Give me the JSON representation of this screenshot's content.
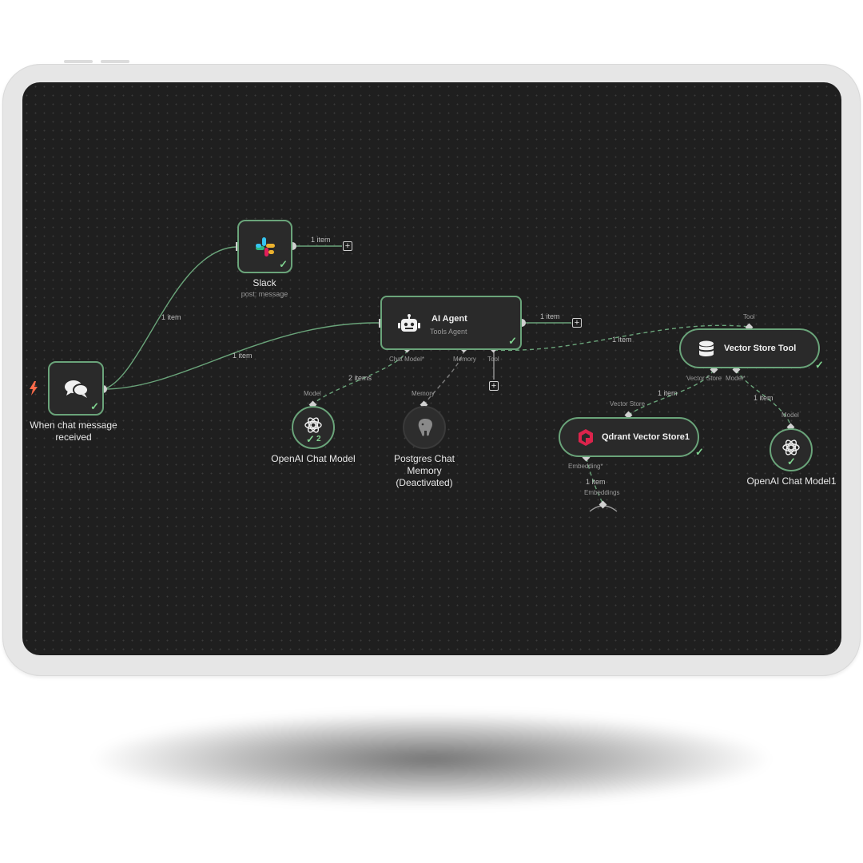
{
  "canvas": {
    "trigger_node": {
      "title": "When chat message received",
      "icon": "chat-bubbles-icon",
      "trigger_icon": "lightning-bolt-icon"
    },
    "slack_node": {
      "title": "Slack",
      "subtitle": "post: message",
      "icon": "slack-logo-icon"
    },
    "agent_node": {
      "title": "AI Agent",
      "subtitle": "Tools Agent",
      "icon": "robot-icon",
      "ports": {
        "chat_model": "Chat Model*",
        "memory": "Memory",
        "tool": "Tool"
      }
    },
    "openai_node": {
      "title": "OpenAI Chat Model",
      "icon": "openai-logo-icon",
      "badge": "2",
      "port": "Model"
    },
    "postgres_node": {
      "title_line1": "Postgres Chat",
      "title_line2": "Memory",
      "title_line3": "(Deactivated)",
      "icon": "postgres-elephant-icon",
      "port": "Memory"
    },
    "vector_tool_node": {
      "title": "Vector Store Tool",
      "icon": "database-icon",
      "port_top": "Tool",
      "ports": {
        "vector_store": "Vector Store",
        "model": "Model*"
      }
    },
    "qdrant_node": {
      "title": "Qdrant Vector Store1",
      "icon": "qdrant-logo-icon",
      "port_top": "Vector Store",
      "port_bottom": "Embedding*"
    },
    "openai_node2": {
      "title": "OpenAI Chat Model1",
      "icon": "openai-logo-icon",
      "port": "Model"
    },
    "embeddings_port": "Embeddings",
    "edge_labels": {
      "trigger_slack": "1 item",
      "trigger_agent": "1 item",
      "slack_out": "1 item",
      "agent_out": "1 item",
      "agent_tool": "1 item",
      "agent_model": "2 items",
      "tool_store": "1 item",
      "tool_model": "1 item",
      "qdrant_embed": "1 item"
    }
  },
  "colors": {
    "canvas_bg": "#1f1f1f",
    "node_border": "#6aa47a",
    "success": "#7fd28f",
    "trigger": "#ff6b4a"
  }
}
